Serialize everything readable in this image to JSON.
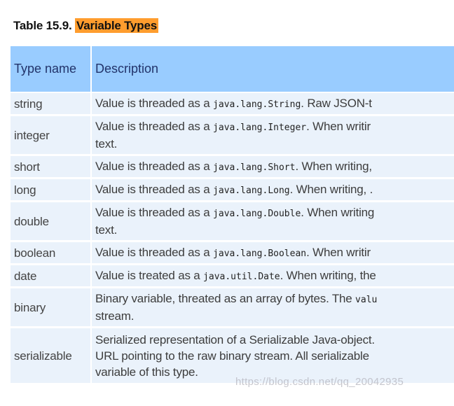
{
  "caption": {
    "prefix": "Table 15.9. ",
    "highlight": "Variable Types"
  },
  "table": {
    "headers": [
      "Type name",
      "Description"
    ],
    "rows": [
      {
        "type": "string",
        "lines": [
          [
            "Value is threaded as a ",
            "java.lang.String",
            ". Raw JSON-t"
          ]
        ]
      },
      {
        "type": "integer",
        "lines": [
          [
            "Value is threaded as a ",
            "java.lang.Integer",
            ". When writir"
          ],
          [
            "text.",
            "",
            ""
          ]
        ]
      },
      {
        "type": "short",
        "lines": [
          [
            "Value is threaded as a ",
            "java.lang.Short",
            ". When writing,"
          ]
        ]
      },
      {
        "type": "long",
        "lines": [
          [
            "Value is threaded as a ",
            "java.lang.Long",
            ". When writing, ."
          ]
        ]
      },
      {
        "type": "double",
        "lines": [
          [
            "Value is threaded as a ",
            "java.lang.Double",
            ". When writing"
          ],
          [
            "text.",
            "",
            ""
          ]
        ]
      },
      {
        "type": "boolean",
        "lines": [
          [
            "Value is threaded as a ",
            "java.lang.Boolean",
            ". When writir"
          ]
        ]
      },
      {
        "type": "date",
        "lines": [
          [
            "Value is treated as a ",
            "java.util.Date",
            ". When writing, the"
          ]
        ]
      },
      {
        "type": "binary",
        "lines": [
          [
            "Binary variable, threated as an array of bytes. The ",
            "valu",
            ""
          ],
          [
            "stream.",
            "",
            ""
          ]
        ]
      },
      {
        "type": "serializable",
        "lines": [
          [
            "Serialized representation of a Serializable Java-object.",
            "",
            ""
          ],
          [
            "URL pointing to the raw binary stream. All serializable ",
            "",
            ""
          ],
          [
            "variable of this type.",
            "",
            ""
          ]
        ]
      }
    ]
  },
  "watermark": "https://blog.csdn.net/qq_20042935"
}
